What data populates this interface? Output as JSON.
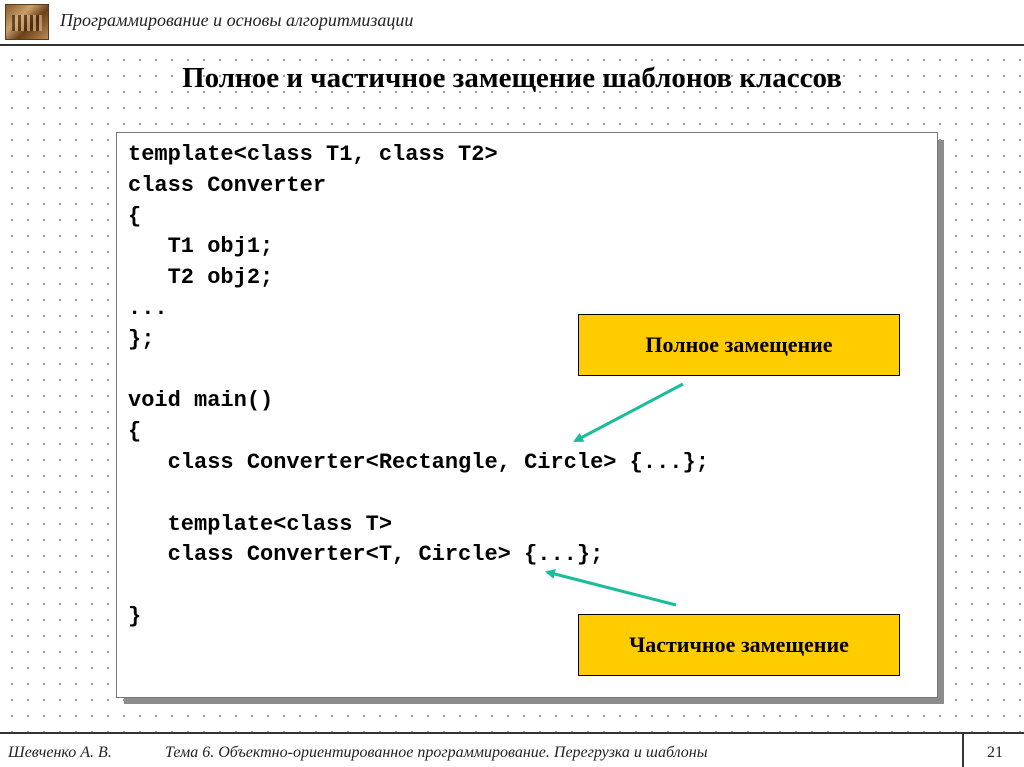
{
  "header": {
    "logo": "book-logo",
    "course_title": "Программирование и основы алгоритмизации"
  },
  "slide": {
    "title": "Полное и частичное замещение шаблонов классов",
    "code_lines": [
      "template<class T1, class T2>",
      "class Converter",
      "{",
      "   T1 obj1;",
      "   T2 obj2;",
      "...",
      "};",
      "",
      "void main()",
      "{",
      "   class Converter<Rectangle, Circle> {...};",
      "",
      "   template<class T>",
      "   class Converter<T, Circle> {...};",
      "",
      "}"
    ],
    "callouts": {
      "full": "Полное замещение",
      "partial": "Частичное замещение"
    },
    "colors": {
      "callout_fill": "#ffcc00",
      "arrow": "#1abc9c"
    }
  },
  "footer": {
    "author": "Шевченко А. В.",
    "topic": "Тема 6. Объектно-ориентированное программирование. Перегрузка и шаблоны",
    "page": "21"
  }
}
